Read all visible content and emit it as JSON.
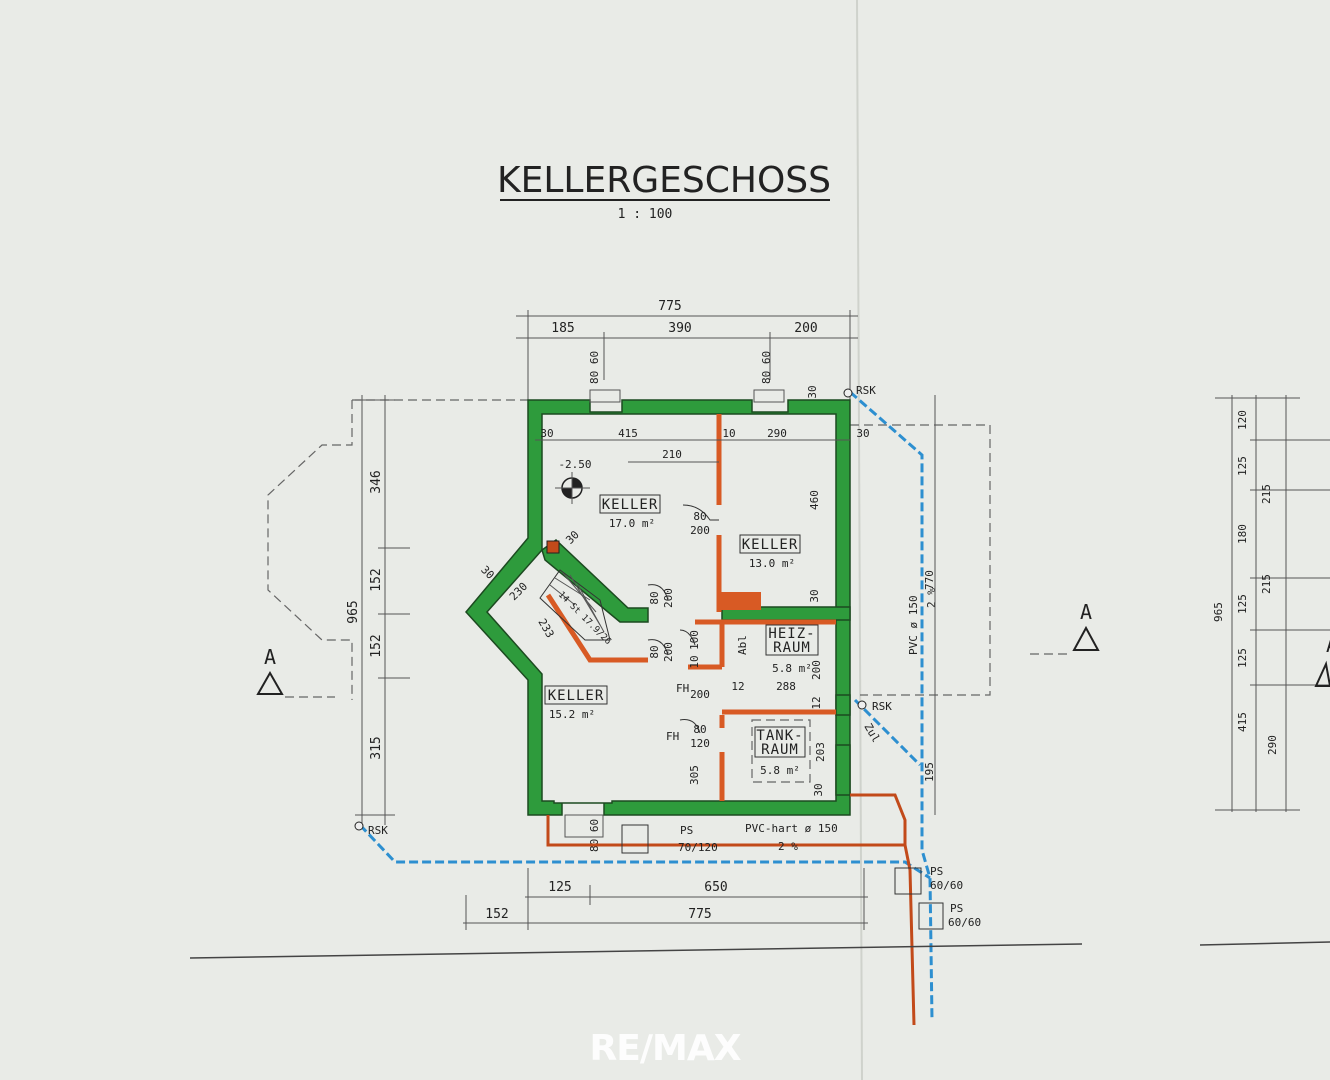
{
  "title": "KELLERGESCHOSS",
  "scale": "1 : 100",
  "rooms": [
    {
      "name": "KELLER",
      "area": "17.0 m²"
    },
    {
      "name": "KELLER",
      "area": "13.0 m²"
    },
    {
      "name": "KELLER",
      "area": "15.2 m²"
    },
    {
      "name_line1": "HEIZ-",
      "name_line2": "RAUM",
      "area": "5.8 m²",
      "extra": "288"
    },
    {
      "name_line1": "TANK-",
      "name_line2": "RAUM",
      "area": "5.8 m²",
      "extra": "203"
    }
  ],
  "dimensions": {
    "top_total": "775",
    "top_parts": [
      "185",
      "390",
      "200"
    ],
    "bottom_parts": [
      "125",
      "650"
    ],
    "bottom_total": "775",
    "bottom_left": "152",
    "left_total": "965",
    "left_parts": [
      "346",
      "152",
      "152",
      "315"
    ],
    "right_total": "770",
    "right_lower": "195",
    "inner": [
      "30",
      "415",
      "10",
      "290",
      "30",
      "210",
      "460",
      "30",
      "230",
      "233",
      "30",
      "30",
      "80",
      "200",
      "80",
      "200",
      "80",
      "200",
      "80",
      "200",
      "80",
      "120",
      "100",
      "10",
      "12",
      "200",
      "12",
      "305",
      "30",
      "30"
    ],
    "window_top": [
      "80",
      "60"
    ],
    "level": "-2.50",
    "far_right_total": "965",
    "far_right_col1": [
      "120",
      "125",
      "180",
      "125",
      "125",
      "415"
    ],
    "far_right_col2": [
      "215",
      "215",
      "290"
    ]
  },
  "labels": {
    "rsk": "RSK",
    "fh": "FH",
    "abl": "Abl",
    "zul": "Zul",
    "ps": "PS",
    "ps_size_1": "70/120",
    "ps_size_2": "60/60",
    "pvc_hart": "PVC-hart ø 150",
    "pvc_vertical": "PVC ø 150",
    "slope": "2 %",
    "section": "A",
    "vent": "80 60",
    "stairs": "14 St 17.9/26"
  },
  "watermark": "RE/MAX",
  "colors": {
    "wall": "#2e9b3c",
    "new_wall": "#d85a24",
    "water_pipe": "#2d8fd0",
    "sewer_pipe": "#c24a1a",
    "paper": "#e9ebe7"
  }
}
